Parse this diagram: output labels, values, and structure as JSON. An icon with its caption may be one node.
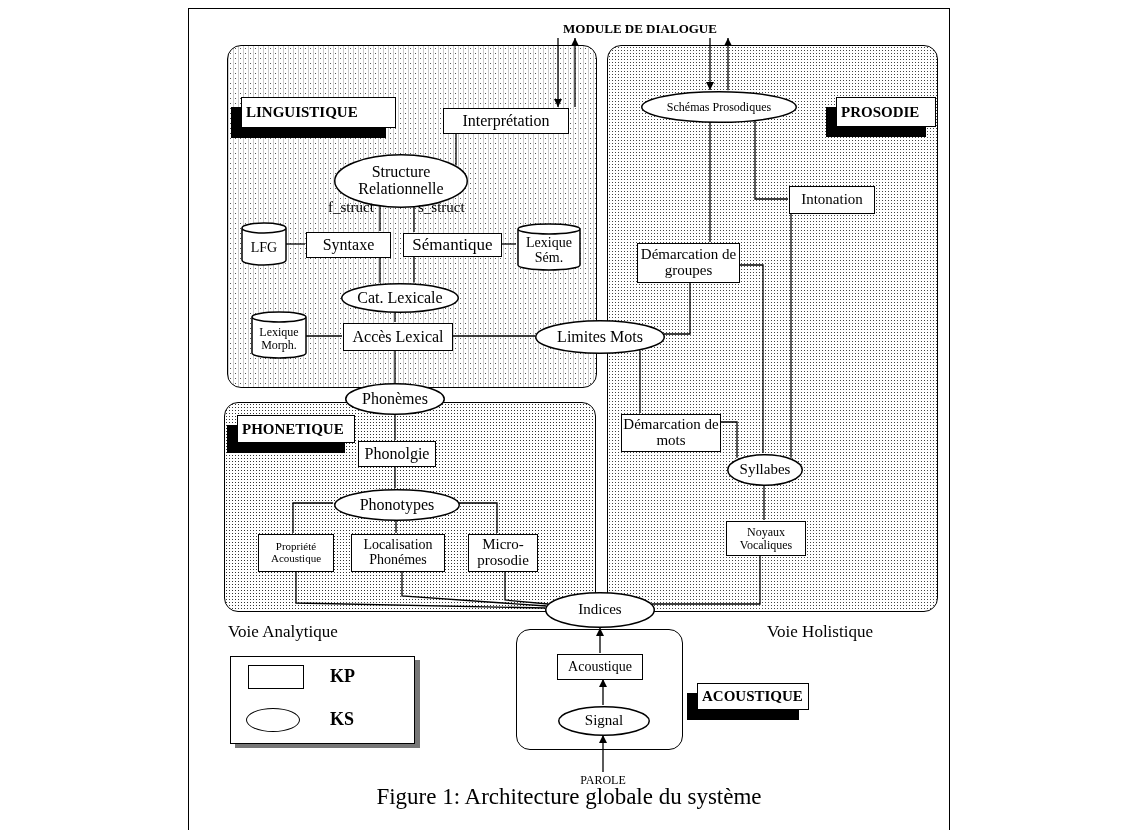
{
  "diagram": {
    "caption": "Figure 1: Architecture globale du système",
    "nodes": [
      {
        "text": [
          "MODULE DE DIALOGUE"
        ]
      },
      {
        "text": [],
        "shape": "box"
      },
      {
        "text": [
          "Interprétation"
        ],
        "in": 1
      },
      {
        "text": [
          "Structure Relationnelle"
        ],
        "in": 1
      },
      {
        "text": [
          "LFG"
        ],
        "in": 1
      },
      {
        "text": [
          "Syntaxe"
        ],
        "in": 1
      },
      {
        "text": [
          "Sémantique"
        ],
        "in": 1
      },
      {
        "text": [
          "Lexique Sém."
        ],
        "in": 1
      },
      {
        "text": [
          "Cat. Lexicale"
        ],
        "in": 1
      },
      {
        "text": [
          "Lexique Morph."
        ],
        "in": 1
      },
      {
        "text": [
          "Accès Lexical"
        ],
        "in": 1
      },
      {
        "text": [
          "Limites Mots"
        ]
      },
      {
        "text": [
          "Phonèmes"
        ]
      },
      {
        "text": [],
        "shape": "box"
      },
      {
        "text": [
          "Phonolgie"
        ],
        "in": 13
      },
      {
        "text": [
          "Phonotypes"
        ],
        "in": 13
      },
      {
        "text": [
          "Propriété Acoustique"
        ],
        "in": 13
      },
      {
        "text": [
          "Localisation Phonémes"
        ],
        "in": 13
      },
      {
        "text": [
          "Micro-prosodie"
        ],
        "in": 13
      },
      {
        "text": [],
        "shape": "box"
      },
      {
        "text": [
          "Schémas Prosodiques"
        ],
        "in": 19
      },
      {
        "text": [
          "Intonation"
        ],
        "in": 19
      },
      {
        "text": [
          "Démarcation de groupes"
        ],
        "in": 19
      },
      {
        "text": [
          "Démarcation de mots"
        ],
        "in": 19
      },
      {
        "text": [
          "Syllabes"
        ],
        "in": 19
      },
      {
        "text": [
          "Noyaux Vocaliques"
        ],
        "in": 19
      },
      {
        "text": [
          "Indices"
        ]
      },
      {
        "text": [],
        "shape": "box"
      },
      {
        "text": [
          "Acoustique"
        ],
        "in": 27
      },
      {
        "text": [
          "Signal"
        ],
        "in": 27
      },
      {
        "text": [
          "PAROLE"
        ]
      },
      {
        "text": [
          "LINGUISTIQUE"
        ],
        "in": 1
      },
      {
        "text": [
          "PHONETIQUE"
        ],
        "in": 13
      },
      {
        "text": [
          "PROSODIE"
        ],
        "in": 19
      },
      {
        "text": [
          "ACOUSTIQUE"
        ]
      }
    ],
    "edges": [
      {
        "from": 0,
        "to": 2,
        "arrow": "to"
      },
      {
        "from": 2,
        "to": 0,
        "arrow": "to"
      },
      {
        "from": 0,
        "to": 20,
        "arrow": "to"
      },
      {
        "from": 20,
        "to": 0,
        "arrow": "to"
      },
      {
        "from": 2,
        "to": 3,
        "arrow": "none"
      },
      {
        "from": 3,
        "to": 5,
        "arrow": "none",
        "label": "f_struct"
      },
      {
        "from": 3,
        "to": 6,
        "arrow": "none",
        "label": "s_struct"
      },
      {
        "from": 4,
        "to": 5,
        "arrow": "none"
      },
      {
        "from": 6,
        "to": 7,
        "arrow": "none"
      },
      {
        "from": 5,
        "to": 8,
        "arrow": "none"
      },
      {
        "from": 6,
        "to": 8,
        "arrow": "none"
      },
      {
        "from": 8,
        "to": 10,
        "arrow": "none"
      },
      {
        "from": 9,
        "to": 10,
        "arrow": "none"
      },
      {
        "from": 10,
        "to": 11,
        "arrow": "none"
      },
      {
        "from": 10,
        "to": 12,
        "arrow": "none"
      },
      {
        "from": 12,
        "to": 14,
        "arrow": "none"
      },
      {
        "from": 14,
        "to": 15,
        "arrow": "none"
      },
      {
        "from": 15,
        "to": 16,
        "arrow": "none"
      },
      {
        "from": 15,
        "to": 17,
        "arrow": "none"
      },
      {
        "from": 15,
        "to": 18,
        "arrow": "none"
      },
      {
        "from": 16,
        "to": 26,
        "arrow": "none"
      },
      {
        "from": 17,
        "to": 26,
        "arrow": "none"
      },
      {
        "from": 18,
        "to": 26,
        "arrow": "none"
      },
      {
        "from": 20,
        "to": 22,
        "arrow": "none"
      },
      {
        "from": 20,
        "to": 21,
        "arrow": "none"
      },
      {
        "from": 22,
        "to": 11,
        "arrow": "none"
      },
      {
        "from": 11,
        "to": 23,
        "arrow": "none"
      },
      {
        "from": 23,
        "to": 24,
        "arrow": "none"
      },
      {
        "from": 22,
        "to": 24,
        "arrow": "none"
      },
      {
        "from": 21,
        "to": 24,
        "arrow": "none"
      },
      {
        "from": 24,
        "to": 25,
        "arrow": "none"
      },
      {
        "from": 25,
        "to": 26,
        "arrow": "none"
      },
      {
        "from": 28,
        "to": 26,
        "arrow": "to"
      },
      {
        "from": 29,
        "to": 28,
        "arrow": "to"
      },
      {
        "from": 30,
        "to": 29,
        "arrow": "to"
      }
    ],
    "labels": [
      "Voie Analytique",
      "Voie Holistique"
    ],
    "legend": [
      {
        "text": "KP"
      },
      {
        "text": "KS"
      }
    ]
  }
}
